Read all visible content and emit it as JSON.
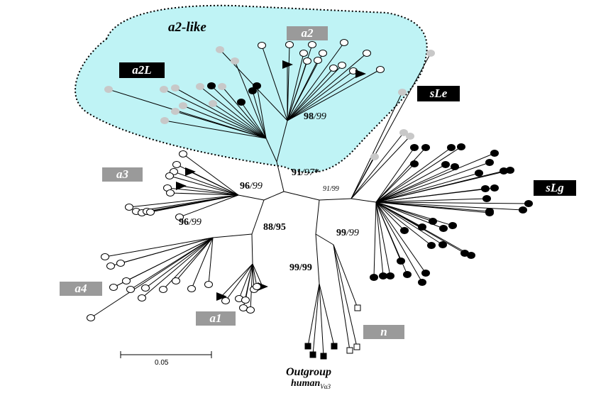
{
  "clade_title": "a2-like",
  "labels": {
    "a2": "a2",
    "a2L": "a2L",
    "a3": "a3",
    "a4": "a4",
    "a1": "a1",
    "n": "n",
    "sLe": "sLe",
    "sLg": "sLg"
  },
  "bootstrap": {
    "b_a2": {
      "bold": "98",
      "italic": "/99",
      "suffix": ""
    },
    "b_root": {
      "bold": "91",
      "italic": "/97",
      "suffix": "*"
    },
    "b_a3": {
      "bold": "96",
      "italic": "/99",
      "suffix": ""
    },
    "b_s": {
      "bold": "",
      "italic": "91/99",
      "suffix": ""
    },
    "b_a4": {
      "bold": "96",
      "italic": "/99",
      "suffix": ""
    },
    "b_a1": {
      "bold": "88/95",
      "italic": "",
      "suffix": ""
    },
    "b_sLg": {
      "bold": "99",
      "italic": "/99",
      "suffix": ""
    },
    "b_out": {
      "bold": "99/99",
      "italic": "",
      "suffix": ""
    }
  },
  "outgroup": {
    "line1": "Outgroup",
    "line2": "human",
    "sub": "Vα3"
  },
  "scale_bar": {
    "label": "0.05"
  },
  "colors": {
    "highlight_fill": "#bff3f5",
    "grey_node": "#c8c8c8",
    "black_node": "#000000",
    "label_grey": "#9a9a9a"
  }
}
